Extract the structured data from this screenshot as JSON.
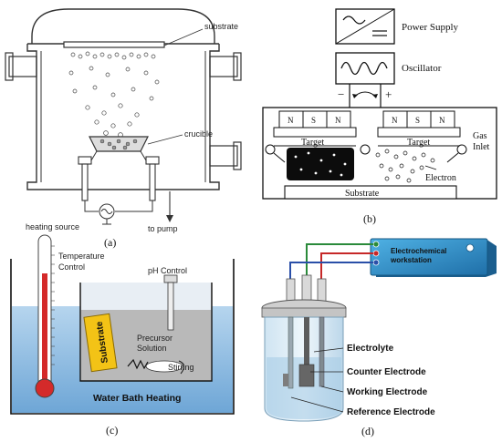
{
  "panel_a": {
    "caption": "(a)",
    "substrate": "substrate",
    "crucible": "crucible",
    "heating_source": "heating source",
    "to_pump": "to pump"
  },
  "panel_b": {
    "caption": "(b)",
    "power_supply": "Power Supply",
    "oscillator": "Oscillator",
    "minus": "−",
    "plus": "+",
    "pole_n": "N",
    "pole_s": "S",
    "target": "Target",
    "gas_inlet_line1": "Gas",
    "gas_inlet_line2": "Inlet",
    "electron": "Electron",
    "substrate": "Substrate"
  },
  "panel_c": {
    "caption": "(c)",
    "temperature_line1": "Temperature",
    "temperature_line2": "Control",
    "ph_control": "pH Control",
    "substrate": "Substrate",
    "precursor_line1": "Precursor",
    "precursor_line2": "Solution",
    "stirring": "Stirring",
    "water_bath": "Water Bath Heating"
  },
  "panel_d": {
    "caption": "(d)",
    "workstation_line1": "Electrochemical",
    "workstation_line2": "workstation",
    "electrolyte": "Electrolyte",
    "counter": "Counter Electrode",
    "working": "Working Electrode",
    "reference": "Reference Electrode"
  },
  "colors": {
    "water": "#9cc3e3",
    "thermometer_red": "#d42a2a",
    "substrate_yellow": "#f3c316",
    "workstation_blue": "#2b8fc9",
    "wire_green": "#2a8a3a",
    "wire_red": "#c62828",
    "wire_blue": "#2a4fa8"
  }
}
